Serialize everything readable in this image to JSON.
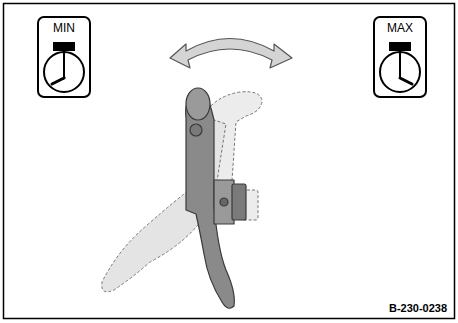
{
  "diagram": {
    "nodes": [
      {
        "text": [
          "MIN"
        ]
      },
      {
        "text": [
          "MAX"
        ]
      }
    ],
    "labels": [
      "B-230-0238"
    ]
  }
}
